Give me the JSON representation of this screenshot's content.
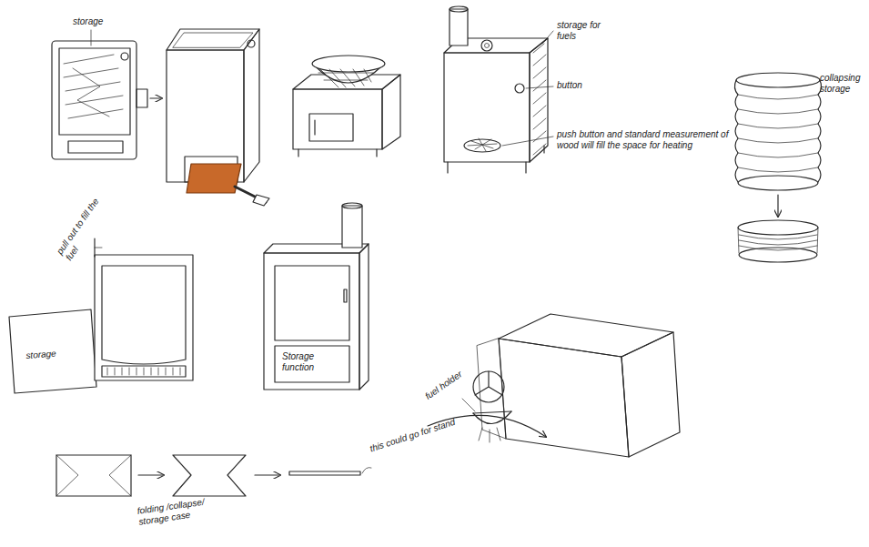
{
  "diagram": {
    "labels": [
      "storage",
      "storage for fuels",
      "button",
      "push button and standard measurement of wood will fill the space for heating",
      "pull out to fill the fuel",
      "storage",
      "Storage function",
      "fuel holder",
      "collapsing storage",
      "folding /collapse/ storage case",
      "this could go for stand"
    ]
  }
}
